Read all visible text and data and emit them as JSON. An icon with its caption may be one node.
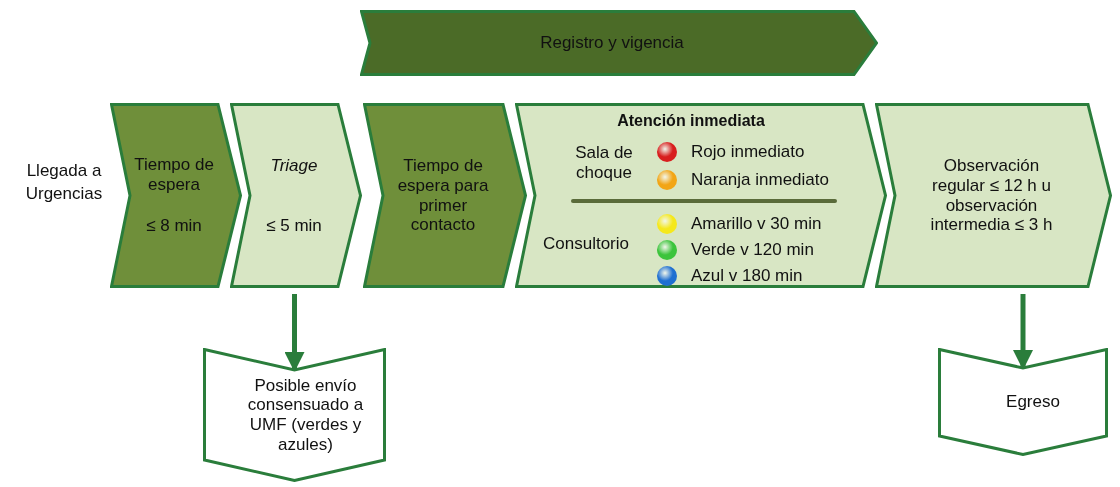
{
  "diagram": {
    "nodes": [
      {
        "text": [
          "Registro y vigencia"
        ]
      },
      {
        "text": [
          "Tiempo de espera",
          "≤ 8 min"
        ]
      },
      {
        "text": [
          "Triage",
          "≤ 5 min"
        ]
      },
      {
        "text": [
          "Tiempo de espera para primer contacto"
        ]
      },
      {
        "text": [
          "Atención inmediata",
          "Sala de choque",
          "Consultorio"
        ]
      },
      {
        "text": [
          "Observación regular ≤ 12 h u observación intermedia ≤ 3 h"
        ]
      },
      {
        "text": [
          "Posible envío consensuado a UMF (verdes y azules)"
        ]
      },
      {
        "text": [
          "Egreso"
        ]
      }
    ],
    "edges": [
      {
        "from": 2,
        "to": 6,
        "arrow": "to"
      },
      {
        "from": 5,
        "to": 7,
        "arrow": "to"
      }
    ],
    "labels": [
      "Llegada a Urgencias"
    ],
    "legend": [
      {
        "text": "Rojo inmediato",
        "color": "#d81e1e"
      },
      {
        "text": "Naranja inmediato",
        "color": "#f2a516"
      },
      {
        "text": "Amarillo v 30 min",
        "color": "#f5e81c"
      },
      {
        "text": "Verde v 120 min",
        "color": "#3cc43c"
      },
      {
        "text": "Azul v 180 min",
        "color": "#1f6fd1"
      }
    ]
  }
}
